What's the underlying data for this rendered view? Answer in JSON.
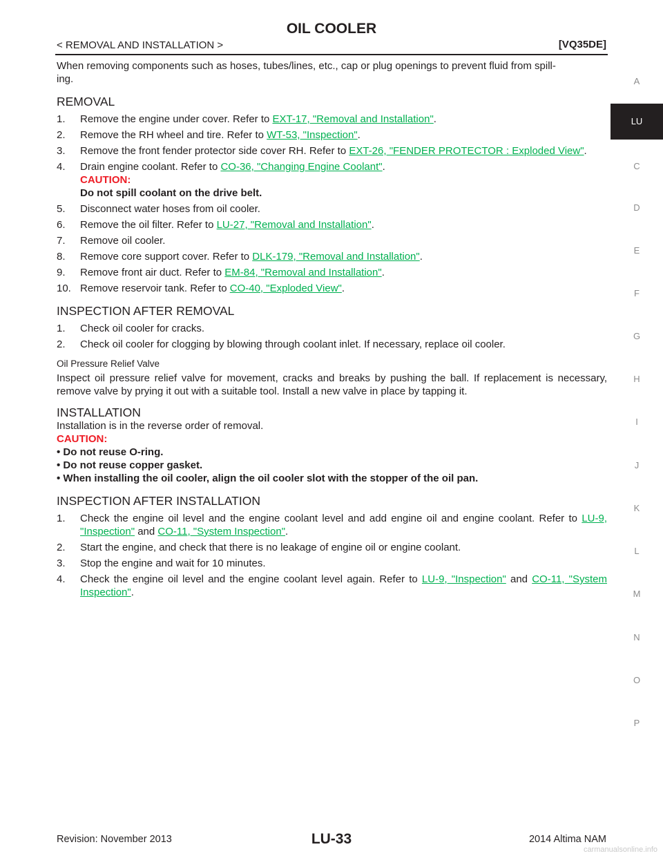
{
  "header": {
    "title": "OIL COOLER",
    "section": "< REMOVAL AND INSTALLATION >",
    "engine_code": "[VQ35DE]"
  },
  "sidebar": {
    "tabs": [
      "A",
      "LU",
      "C",
      "D",
      "E",
      "F",
      "G",
      "H",
      "I",
      "J",
      "K",
      "L",
      "M",
      "N",
      "O",
      "P"
    ],
    "active": "LU"
  },
  "intro": "When removing components such as hoses, tubes/lines, etc., cap or plug openings to prevent fluid from spilling.",
  "intro_line1": "When removing components such as hoses, tubes/lines, etc., cap or plug openings to prevent fluid from spill-",
  "intro_line2": "ing.",
  "removal": {
    "heading": "REMOVAL",
    "steps": [
      {
        "num": "1.",
        "pre": "Remove the engine under cover. Refer to ",
        "link": "EXT-17, \"Removal and Installation\"",
        "post": "."
      },
      {
        "num": "2.",
        "pre": "Remove the RH wheel and tire. Refer to ",
        "link": "WT-53, \"Inspection\"",
        "post": "."
      },
      {
        "num": "3.",
        "pre": "Remove the front fender protector side cover RH. Refer to ",
        "link": "EXT-26, \"FENDER PROTECTOR : Exploded View\"",
        "post": "."
      },
      {
        "num": "4.",
        "pre": "Drain engine coolant. Refer to ",
        "link": "CO-36, \"Changing Engine Coolant\"",
        "post": ".",
        "caution_label": "CAUTION:",
        "caution_text": "Do not spill coolant on the drive belt."
      },
      {
        "num": "5.",
        "pre": "Disconnect water hoses from oil cooler."
      },
      {
        "num": "6.",
        "pre": "Remove the oil filter. Refer to ",
        "link": "LU-27, \"Removal and Installation\"",
        "post": "."
      },
      {
        "num": "7.",
        "pre": "Remove oil cooler."
      },
      {
        "num": "8.",
        "pre": "Remove core support cover. Refer to ",
        "link": "DLK-179, \"Removal and Installation\"",
        "post": "."
      },
      {
        "num": "9.",
        "pre": "Remove front air duct. Refer to ",
        "link": "EM-84, \"Removal and Installation\"",
        "post": "."
      },
      {
        "num": "10.",
        "pre": "Remove reservoir tank. Refer to ",
        "link": "CO-40, \"Exploded View\"",
        "post": "."
      }
    ]
  },
  "inspection_after_removal": {
    "heading": "INSPECTION AFTER REMOVAL",
    "steps": [
      {
        "num": "1.",
        "text": "Check oil cooler for cracks."
      },
      {
        "num": "2.",
        "text": "Check oil cooler for clogging by blowing through coolant inlet. If necessary, replace oil cooler."
      }
    ],
    "subheading": "Oil Pressure Relief Valve",
    "subtext": "Inspect oil pressure relief valve for movement, cracks and breaks by pushing the ball. If replacement is necessary, remove valve by prying it out with a suitable tool. Install a new valve in place by tapping it."
  },
  "installation": {
    "heading": "INSTALLATION",
    "text": "Installation is in the reverse order of removal.",
    "caution_label": "CAUTION:",
    "bullets": [
      "• Do not reuse O-ring.",
      "• Do not reuse copper gasket.",
      "• When installing the oil cooler, align the oil cooler slot with the stopper of the oil pan."
    ]
  },
  "inspection_after_installation": {
    "heading": "INSPECTION AFTER INSTALLATION",
    "step1": {
      "num": "1.",
      "pre": "Check the engine oil level and the engine coolant level and add engine oil and engine coolant. Refer to ",
      "link1": "LU-9, \"Inspection\"",
      "mid": " and ",
      "link2": "CO-11, \"System Inspection\"",
      "post": "."
    },
    "step2": {
      "num": "2.",
      "text": "Start the engine, and check that there is no leakage of engine oil or engine coolant."
    },
    "step3": {
      "num": "3.",
      "text": "Stop the engine and wait for 10 minutes."
    },
    "step4": {
      "num": "4.",
      "pre": "Check the engine oil level and the engine coolant level again. Refer to ",
      "link1": "LU-9, \"Inspection\"",
      "mid": " and ",
      "link2": "CO-11, \"System Inspection\"",
      "post": "."
    }
  },
  "footer": {
    "revision": "Revision: November 2013",
    "page": "LU-33",
    "model": "2014 Altima NAM",
    "watermark": "carmanualsonline.info"
  },
  "colors": {
    "link": "#00b050",
    "caution": "#ee1c25",
    "text": "#231f20",
    "sidetab": "#8c8c8c"
  }
}
